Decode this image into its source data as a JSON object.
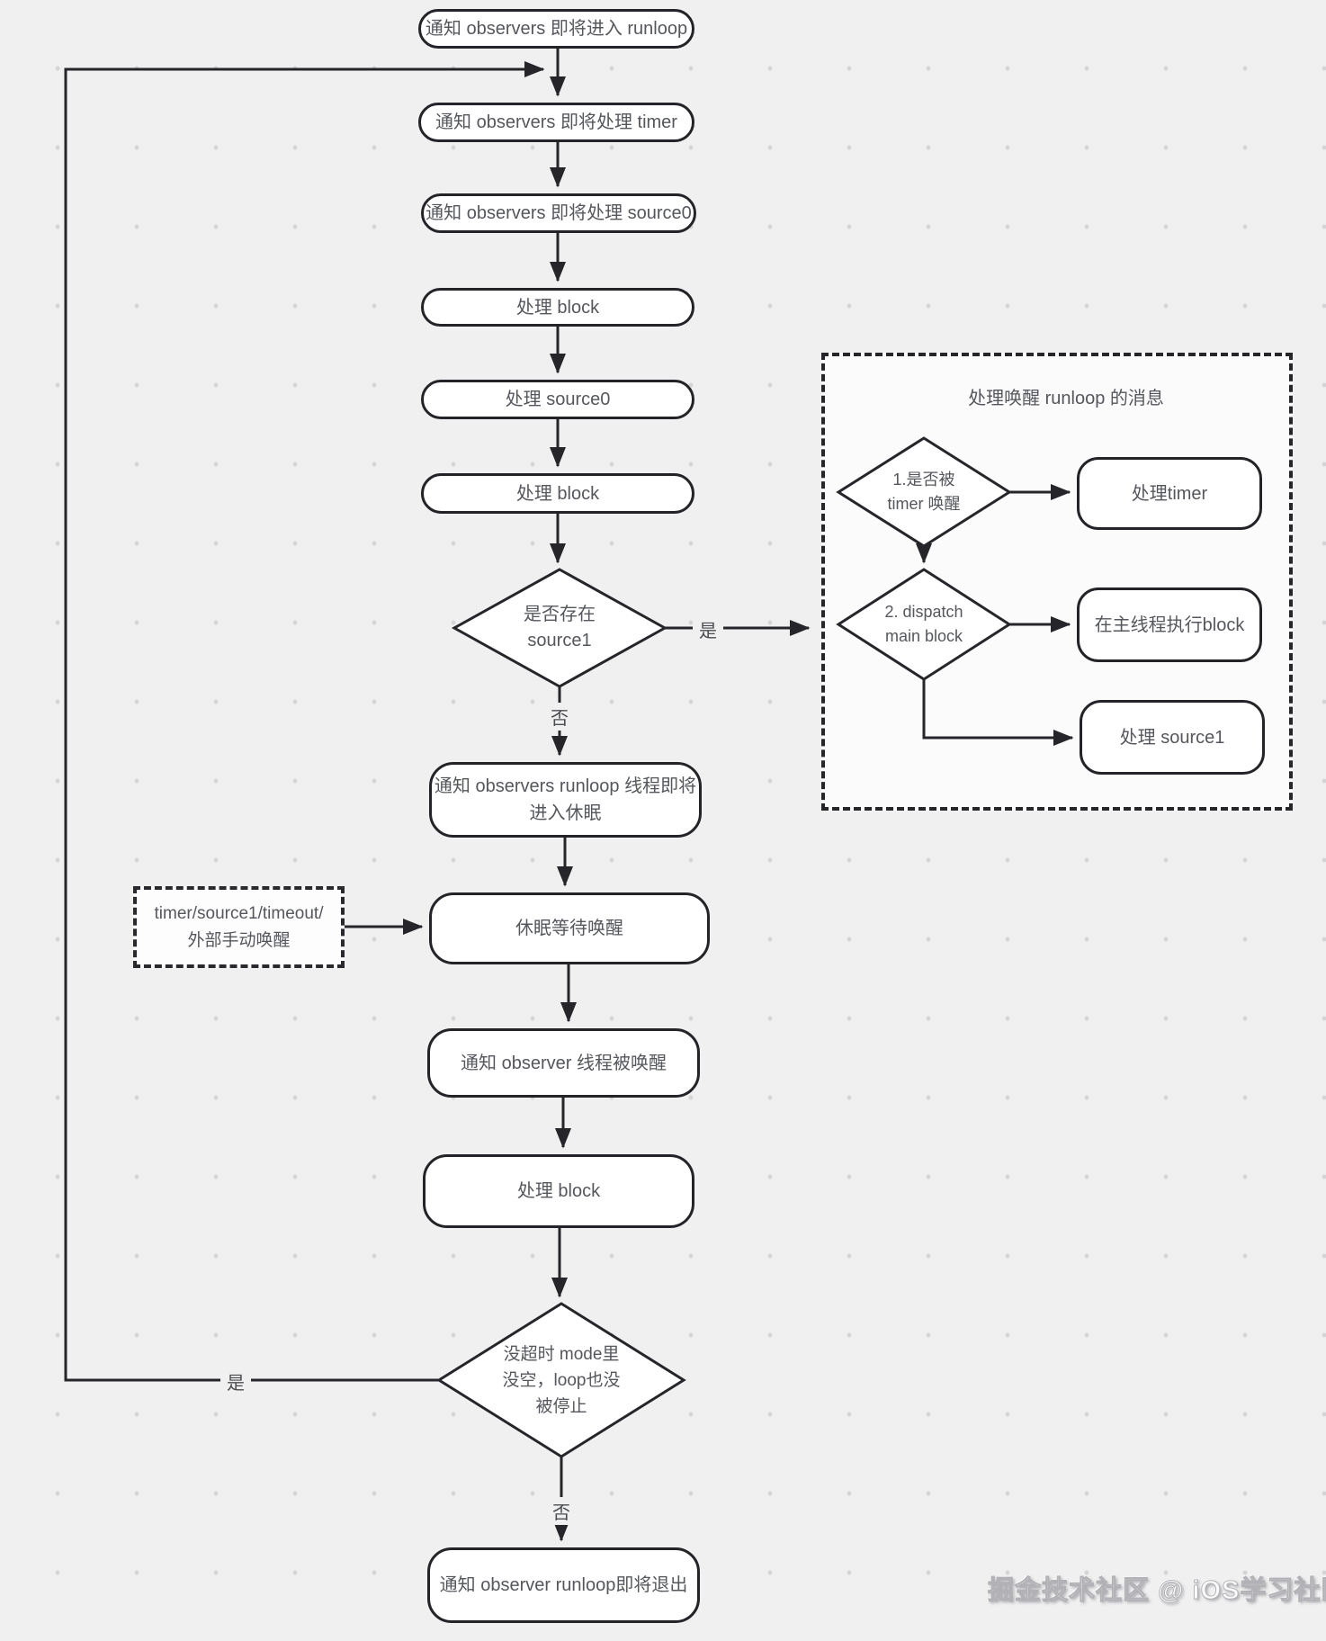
{
  "main_flow": {
    "notify_enter": "通知 observers 即将进入 runloop",
    "notify_handle_timer": "通知 observers 即将处理 timer",
    "notify_handle_source0": "通知 observers 即将处理 source0",
    "handle_block_1": "处理 block",
    "handle_source0": "处理 source0",
    "handle_block_2": "处理 block",
    "decision_source1": {
      "line1": "是否存在",
      "line2": "source1"
    },
    "label_yes_to_panel": "是",
    "label_no_to_sleep": "否",
    "notify_will_sleep": {
      "line1": "通知 observers runloop 线程即将",
      "line2": "进入休眠"
    },
    "sleep_wait_wake": "休眠等待唤醒",
    "notify_thread_woken": "通知 observer 线程被唤醒",
    "handle_block_3": "处理 block",
    "decision_not_timeout": {
      "line1": "没超时 mode里",
      "line2": "没空，loop也没",
      "line3": "被停止"
    },
    "label_yes_loop_back": "是",
    "label_no_to_exit": "否",
    "notify_exit": "通知 observer runloop即将退出"
  },
  "wake_sources_note": {
    "line1": "timer/source1/timeout/",
    "line2": "外部手动唤醒"
  },
  "wake_panel": {
    "title": "处理唤醒 runloop 的消息",
    "decision_timer_wake": {
      "line1": "1.是否被",
      "line2": "timer 唤醒"
    },
    "handle_timer": "处理timer",
    "decision_dispatch_main": {
      "line1": "2. dispatch",
      "line2": "main block"
    },
    "exec_block_main_thread": "在主线程执行block",
    "handle_source1": "处理 source1"
  },
  "watermark": "掘金技术社区 @ iOS学习社区",
  "colors": {
    "background": "#f0f0f1",
    "line": "#2a2a2e",
    "node_fill": "#ffffff",
    "text": "#55575c",
    "panel_fill": "#fbfbfc"
  }
}
